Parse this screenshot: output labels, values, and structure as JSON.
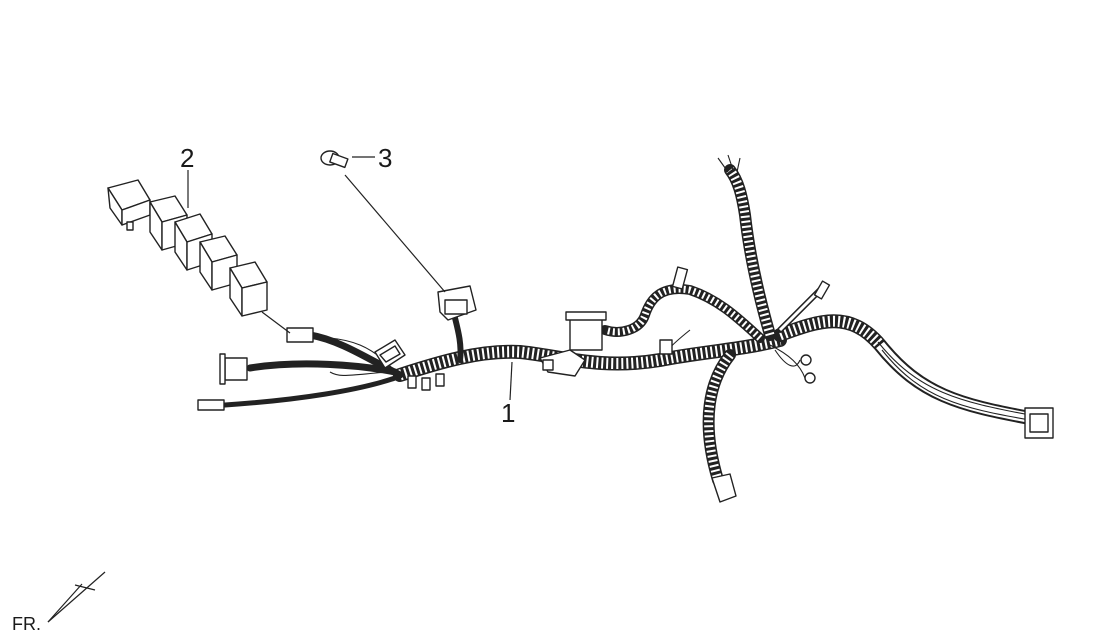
{
  "callouts": {
    "harness": "1",
    "relay_group": "2",
    "screw": "3"
  },
  "orientation": {
    "label": "FR."
  },
  "colors": {
    "line": "#222222",
    "background": "#ffffff"
  }
}
